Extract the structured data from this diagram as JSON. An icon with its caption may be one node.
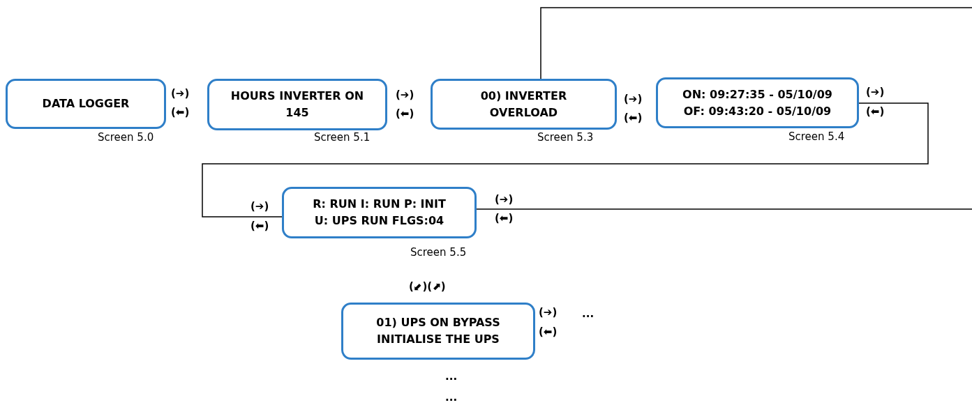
{
  "diagram": {
    "nodes": [
      {
        "text": [
          "DATA LOGGER"
        ],
        "beside": [
          "Screen 5.0"
        ]
      },
      {
        "text": [
          "HOURS INVERTER ON",
          "145"
        ],
        "beside": [
          "Screen 5.1"
        ]
      },
      {
        "text": [
          "00) INVERTER",
          "OVERLOAD"
        ],
        "beside": [
          "Screen 5.3"
        ]
      },
      {
        "text": [
          "ON: 09:27:35 - 05/10/09",
          "OF: 09:43:20 - 05/10/09"
        ],
        "beside": [
          "Screen 5.4"
        ]
      },
      {
        "text": [
          "R: RUN I: RUN P: INIT",
          "U: UPS RUN FLGS:04"
        ],
        "beside": [
          "Screen 5.5"
        ]
      },
      {
        "text": [
          "01) UPS ON BYPASS",
          "INITIALISE THE UPS"
        ]
      }
    ],
    "edges": [
      {
        "from": 2,
        "to": null,
        "arrow": "none"
      },
      {
        "from": 3,
        "to": 4,
        "arrow": "none"
      },
      {
        "from": 4,
        "to": null,
        "arrow": "none"
      }
    ],
    "labels": [
      "(➔)",
      "(⬅)",
      "(➔)",
      "(⬅)",
      "(➔)",
      "(⬅)",
      "(➔)",
      "(⬅)",
      "(➔)",
      "(⬅)",
      "(➔)",
      "(⬅)",
      "(⬋)(⬈)",
      "(➔)",
      "(⬅)",
      "...",
      "...",
      "..."
    ]
  }
}
